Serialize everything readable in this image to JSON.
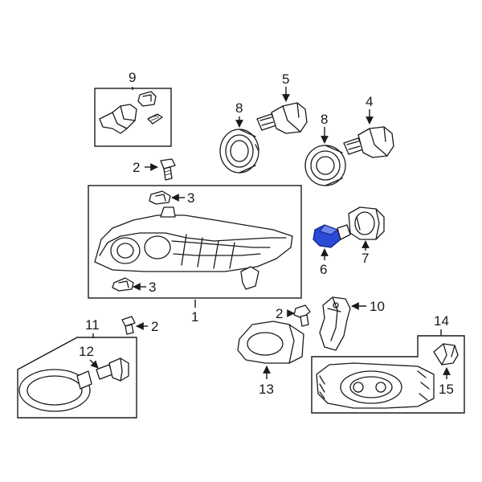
{
  "callouts": {
    "c1": "1",
    "c2a": "2",
    "c2b": "2",
    "c2c": "2",
    "c3a": "3",
    "c3b": "3",
    "c4": "4",
    "c5": "5",
    "c6": "6",
    "c7": "7",
    "c8a": "8",
    "c8b": "8",
    "c9": "9",
    "c10": "10",
    "c11": "11",
    "c12": "12",
    "c13": "13",
    "c14": "14",
    "c15": "15"
  },
  "colors": {
    "highlight": "#2b4bd6",
    "line": "#1a1a1a",
    "background": "#ffffff"
  },
  "highlighted_part": "6"
}
